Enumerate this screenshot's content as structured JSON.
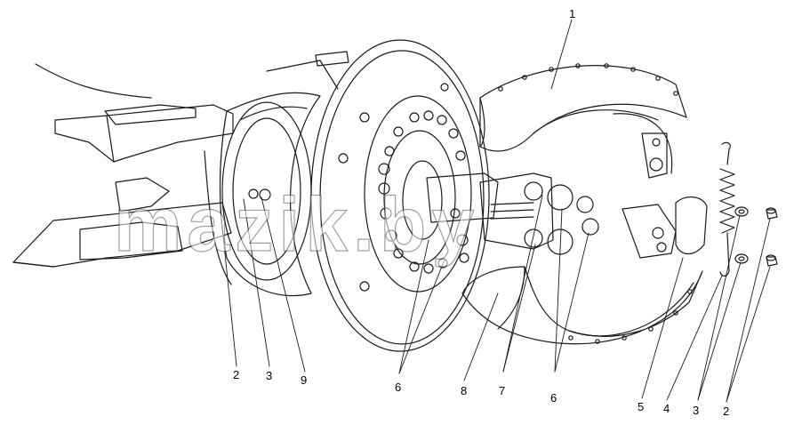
{
  "diagram": {
    "callouts": [
      {
        "id": "c1",
        "label": "1"
      },
      {
        "id": "c2a",
        "label": "2"
      },
      {
        "id": "c3a",
        "label": "3"
      },
      {
        "id": "c9",
        "label": "9"
      },
      {
        "id": "c6a",
        "label": "6"
      },
      {
        "id": "c8",
        "label": "8"
      },
      {
        "id": "c7",
        "label": "7"
      },
      {
        "id": "c6b",
        "label": "6"
      },
      {
        "id": "c5",
        "label": "5"
      },
      {
        "id": "c4",
        "label": "4"
      },
      {
        "id": "c3b",
        "label": "3"
      },
      {
        "id": "c2b",
        "label": "2"
      }
    ],
    "watermark": "mazik.by",
    "colors": {
      "line": "#1a1a1a",
      "paper": "#ffffff",
      "watermark_stroke": "#555555"
    }
  }
}
